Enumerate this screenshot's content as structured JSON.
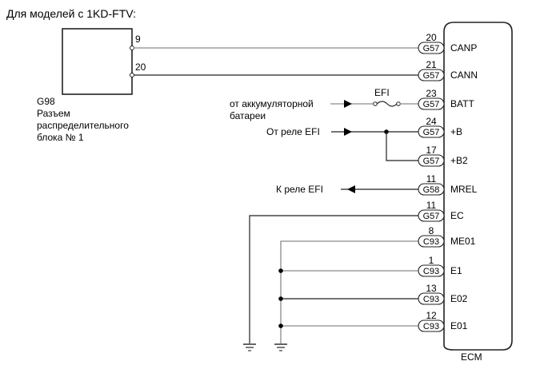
{
  "title": "Для моделей с 1KD-FTV:",
  "junction_block": {
    "code": "G98",
    "name_lines": [
      "Разъем",
      "распределительного",
      "блока № 1"
    ],
    "pins": [
      "9",
      "20"
    ]
  },
  "ecm": {
    "label": "ECM",
    "terminals": [
      {
        "pin": "20",
        "connector": "G57",
        "signal": "CANP"
      },
      {
        "pin": "21",
        "connector": "G57",
        "signal": "CANN"
      },
      {
        "pin": "23",
        "connector": "G57",
        "signal": "BATT"
      },
      {
        "pin": "24",
        "connector": "G57",
        "signal": "+B"
      },
      {
        "pin": "17",
        "connector": "G57",
        "signal": "+B2"
      },
      {
        "pin": "11",
        "connector": "G58",
        "signal": "MREL"
      },
      {
        "pin": "11",
        "connector": "G57",
        "signal": "EC"
      },
      {
        "pin": "8",
        "connector": "C93",
        "signal": "ME01"
      },
      {
        "pin": "1",
        "connector": "C93",
        "signal": "E1"
      },
      {
        "pin": "13",
        "connector": "C93",
        "signal": "E02"
      },
      {
        "pin": "12",
        "connector": "C93",
        "signal": "E01"
      }
    ]
  },
  "sources": {
    "battery_lines": [
      "от аккумуляторной",
      "батареи"
    ],
    "fuse_label": "EFI",
    "from_efi_relay": "От реле EFI",
    "to_efi_relay": "К реле EFI"
  },
  "icons": {
    "ground": "ground-symbol-icon",
    "fuse": "fuse-icon",
    "arrow_in": "arrow-right-icon",
    "arrow_out": "arrow-left-icon",
    "splice": "junction-dot-icon"
  }
}
